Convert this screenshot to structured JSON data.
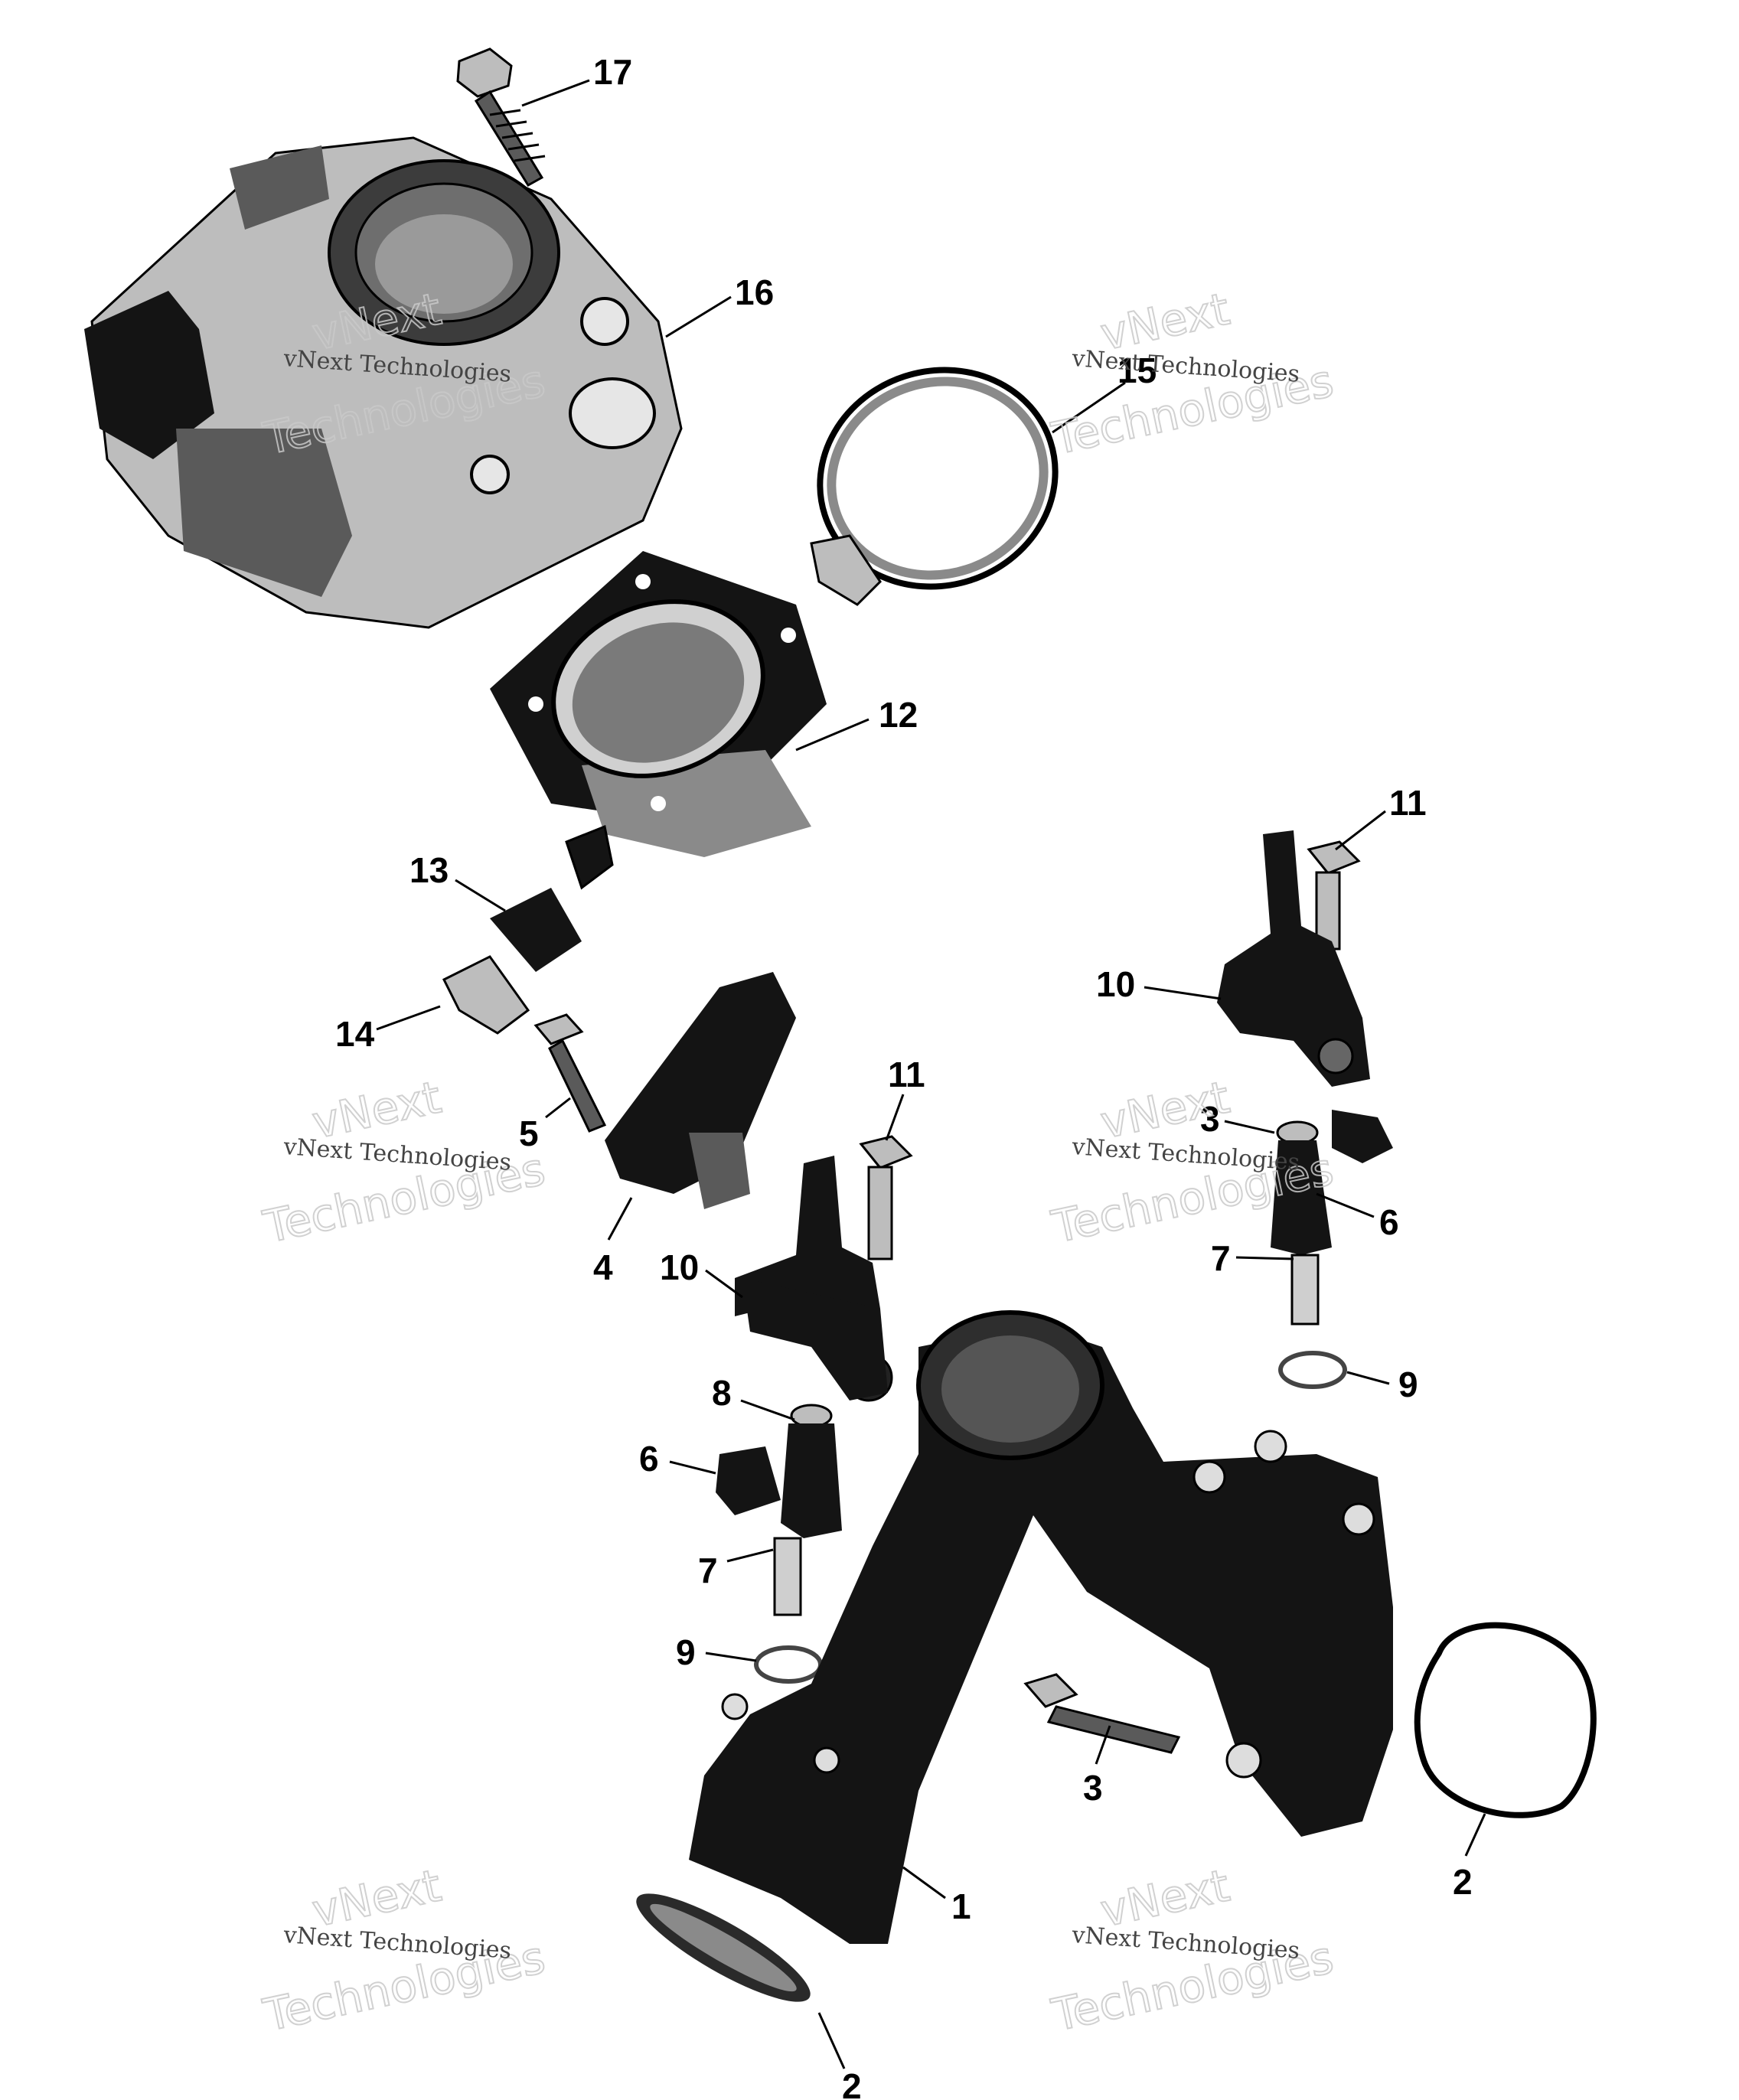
{
  "callouts": [
    {
      "id": "c17",
      "label": "17"
    },
    {
      "id": "c16",
      "label": "16"
    },
    {
      "id": "c15",
      "label": "15"
    },
    {
      "id": "c12",
      "label": "12"
    },
    {
      "id": "c13",
      "label": "13"
    },
    {
      "id": "c14",
      "label": "14"
    },
    {
      "id": "c5",
      "label": "5"
    },
    {
      "id": "c4",
      "label": "4"
    },
    {
      "id": "c11a",
      "label": "11"
    },
    {
      "id": "c10a",
      "label": "10"
    },
    {
      "id": "c11b",
      "label": "11"
    },
    {
      "id": "c10b",
      "label": "10"
    },
    {
      "id": "c3a",
      "label": "3"
    },
    {
      "id": "c6a",
      "label": "6"
    },
    {
      "id": "c7a",
      "label": "7"
    },
    {
      "id": "c9a",
      "label": "9"
    },
    {
      "id": "c8",
      "label": "8"
    },
    {
      "id": "c6b",
      "label": "6"
    },
    {
      "id": "c7b",
      "label": "7"
    },
    {
      "id": "c9b",
      "label": "9"
    },
    {
      "id": "c3b",
      "label": "3"
    },
    {
      "id": "c1",
      "label": "1"
    },
    {
      "id": "c2a",
      "label": "2"
    },
    {
      "id": "c2b",
      "label": "2"
    }
  ],
  "watermark": {
    "line_top": "vNext",
    "line_mid": "Technologies",
    "line_small": "vNext Technologies"
  }
}
